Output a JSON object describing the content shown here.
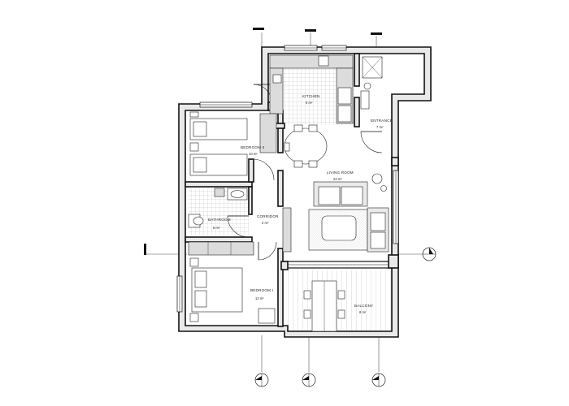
{
  "rooms": {
    "kitchen": {
      "label": "KITCHEN",
      "area": "9 m²"
    },
    "entrance": {
      "label": "ENTRANCE",
      "area": "7 m²"
    },
    "bedroom2": {
      "label": "BEDROOM II",
      "area": "10 m²"
    },
    "living": {
      "label": "LIVING ROOM",
      "area": "22 m²"
    },
    "bathroom": {
      "label": "BATHROOM",
      "area": "5 m²"
    },
    "corridor": {
      "label": "CORRIDOR",
      "area": "2 m²"
    },
    "bedroom1": {
      "label": "BEDROOM I",
      "area": "12 m²"
    },
    "balcony": {
      "label": "BALCONY",
      "area": "8 m²"
    }
  },
  "colors": {
    "wall_fill": "#e9e9e9",
    "line": "#111111",
    "tile": "#9a9a9a",
    "deck": "#b5b5b5"
  }
}
